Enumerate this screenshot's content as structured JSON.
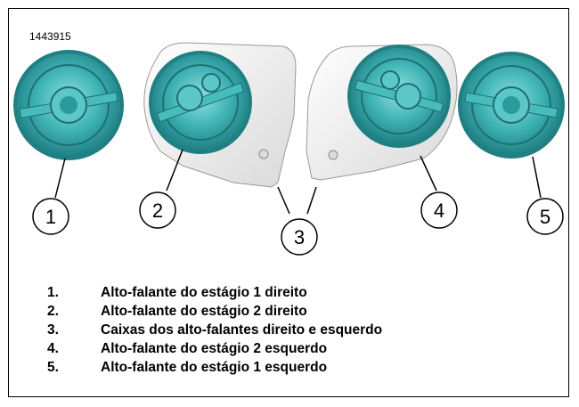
{
  "figure_id": "1443915",
  "callouts": [
    "1",
    "2",
    "3",
    "4",
    "5"
  ],
  "legend": [
    {
      "num": "1.",
      "text": "Alto-falante do estágio 1 direito"
    },
    {
      "num": "2.",
      "text": "Alto-falante do estágio 2 direito"
    },
    {
      "num": "3.",
      "text": "Caixas dos alto-falantes direito e esquerdo"
    },
    {
      "num": "4.",
      "text": "Alto-falante do estágio 2 esquerdo"
    },
    {
      "num": "5.",
      "text": "Alto-falante do estágio 1 esquerdo"
    }
  ],
  "colors": {
    "speaker_teal": "#3fb3b5",
    "speaker_dark": "#1f7f83",
    "enclosure": "#f2f2f2",
    "outline": "#000000"
  }
}
